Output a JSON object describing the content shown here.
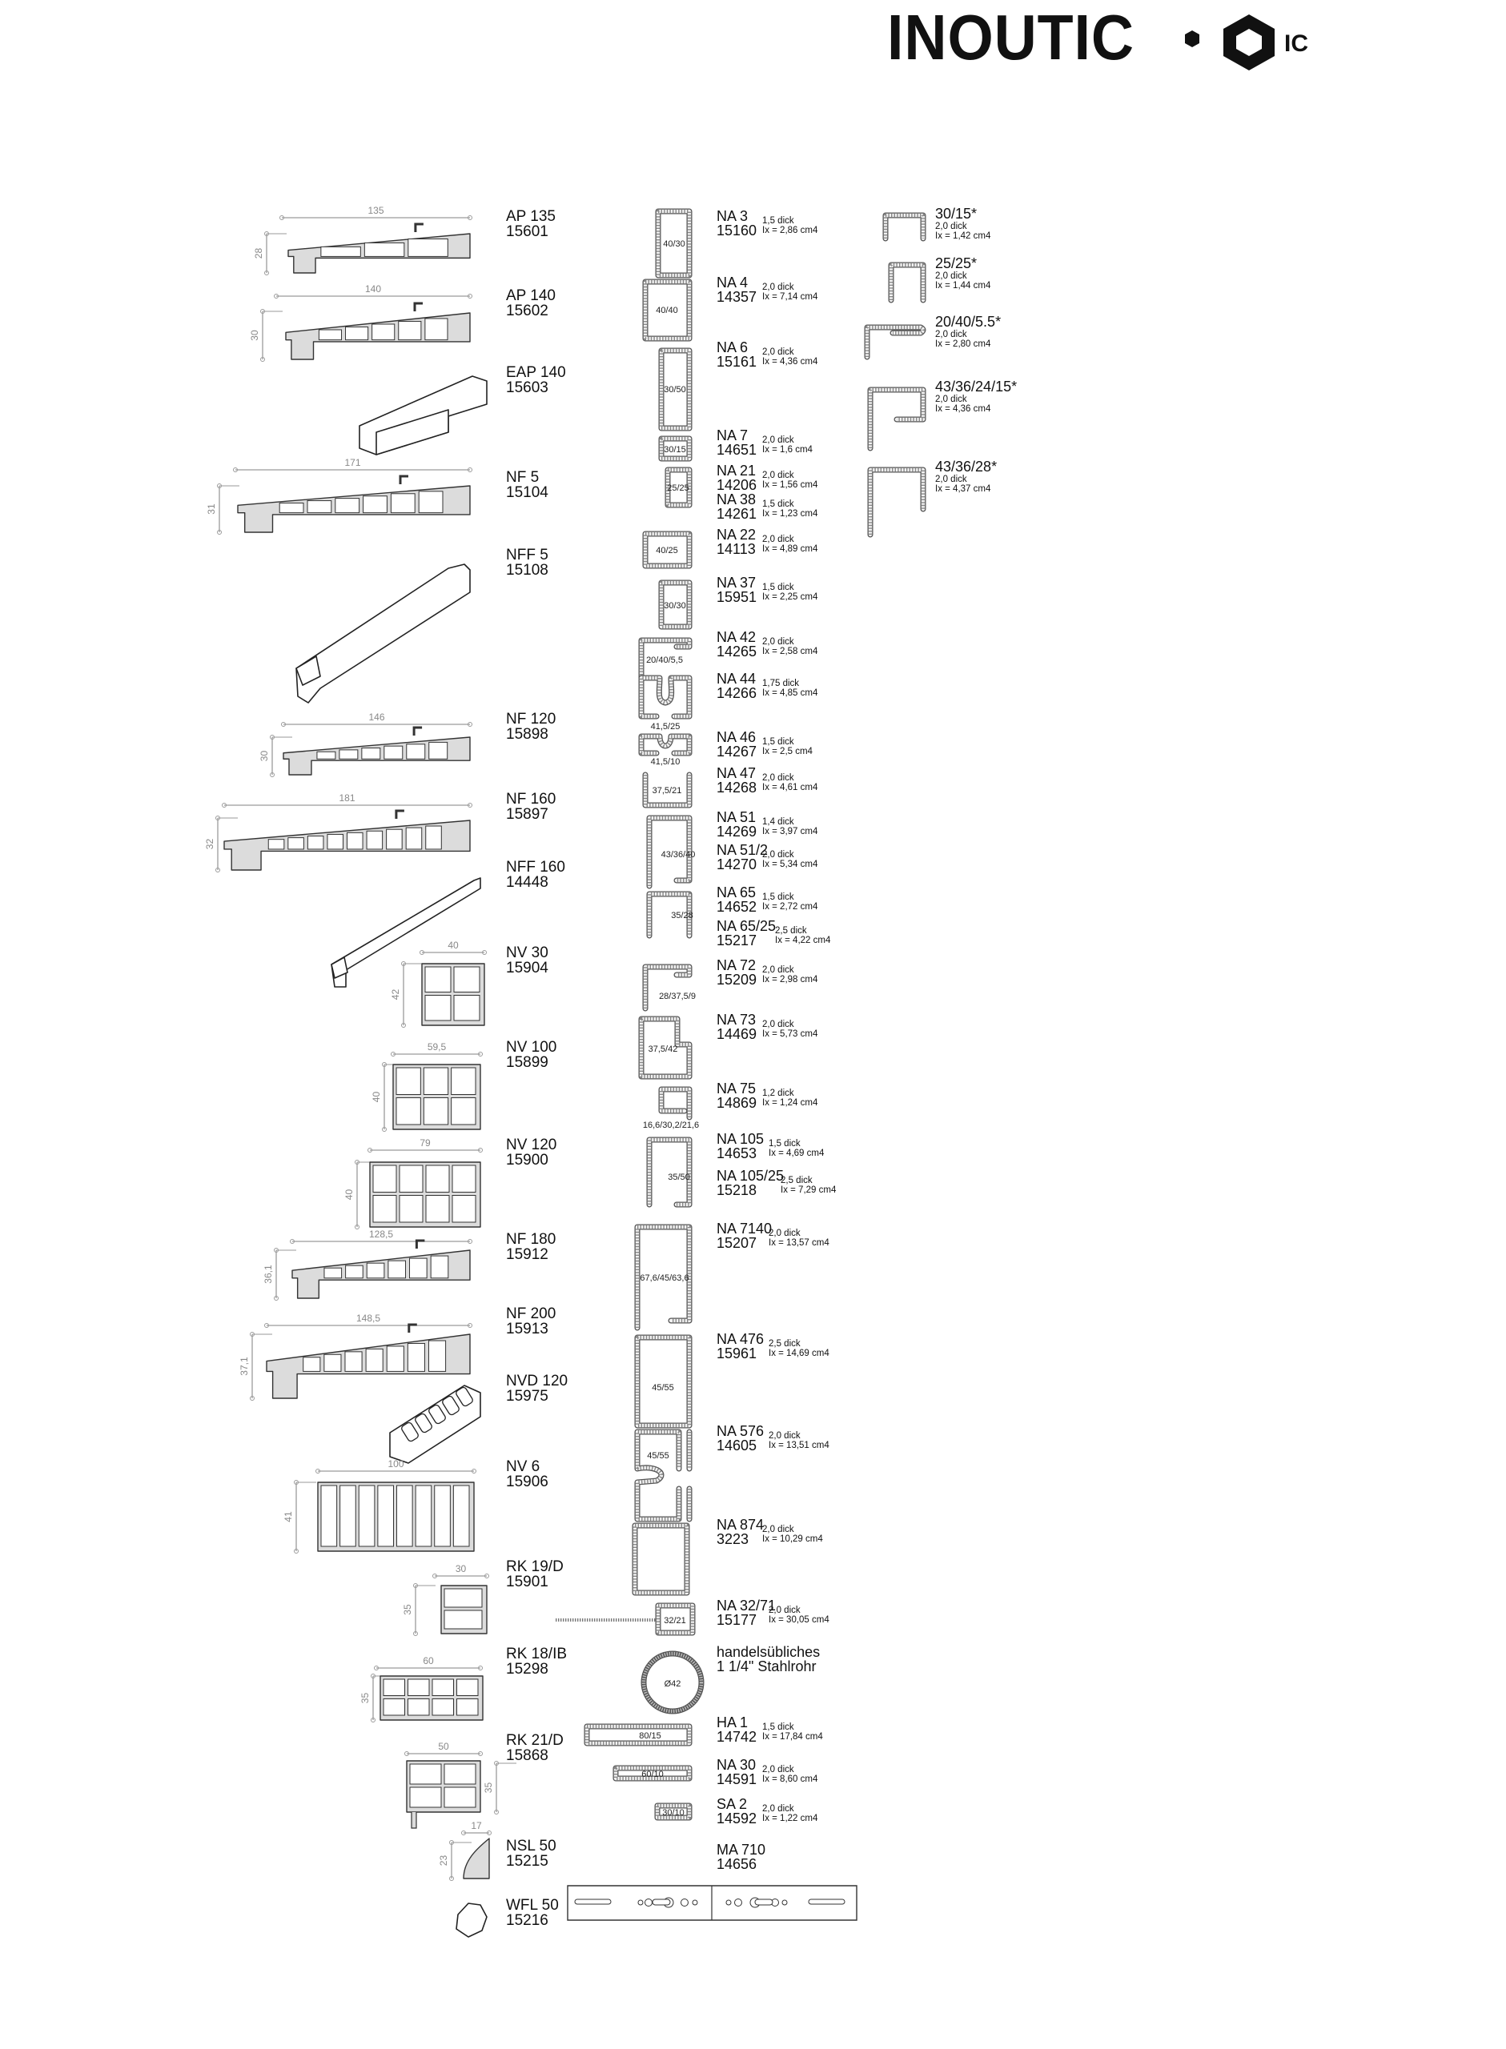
{
  "brand": {
    "name": "INOUTIC",
    "mark_text": "IC"
  },
  "left_profiles": [
    {
      "name": "AP 135",
      "code": "15601",
      "width_dim": "135",
      "height_dim": "28"
    },
    {
      "name": "AP 140",
      "code": "15602",
      "width_dim": "140",
      "height_dim": "30"
    },
    {
      "name": "EAP 140",
      "code": "15603"
    },
    {
      "name": "NF 5",
      "code": "15104",
      "width_dim": "171",
      "height_dim": "31"
    },
    {
      "name": "NFF 5",
      "code": "15108"
    },
    {
      "name": "NF 120",
      "code": "15898",
      "width_dim": "146",
      "height_dim": "30"
    },
    {
      "name": "NF 160",
      "code": "15897",
      "width_dim": "181",
      "height_dim": "32"
    },
    {
      "name": "NFF 160",
      "code": "14448"
    },
    {
      "name": "NV 30",
      "code": "15904",
      "width_dim": "40",
      "height_dim": "42"
    },
    {
      "name": "NV 100",
      "code": "15899",
      "width_dim": "59,5",
      "height_dim": "40"
    },
    {
      "name": "NV 120",
      "code": "15900",
      "width_dim": "79",
      "height_dim": "40"
    },
    {
      "name": "NF 180",
      "code": "15912",
      "width_dim": "128,5",
      "height_dim": "36,1"
    },
    {
      "name": "NF 200",
      "code": "15913",
      "width_dim": "148,5",
      "height_dim": "37,1"
    },
    {
      "name": "NVD 120",
      "code": "15975"
    },
    {
      "name": "NV 6",
      "code": "15906",
      "width_dim": "100",
      "height_dim": "41"
    },
    {
      "name": "RK 19/D",
      "code": "15901",
      "width_dim": "30",
      "height_dim": "35"
    },
    {
      "name": "RK 18/IB",
      "code": "15298",
      "width_dim": "60",
      "height_dim": "35"
    },
    {
      "name": "RK 21/D",
      "code": "15868",
      "width_dim": "50",
      "height_dim": "35"
    },
    {
      "name": "NSL 50",
      "code": "15215",
      "width_dim": "17",
      "height_dim": "23"
    },
    {
      "name": "WFL 50",
      "code": "15216"
    }
  ],
  "steel_profiles": [
    {
      "name": "NA 3",
      "code": "15160",
      "thickness": "1,5 dick",
      "ix": "Ix = 2,86 cm4",
      "section": "40/30"
    },
    {
      "name": "NA 4",
      "code": "14357",
      "thickness": "2,0 dick",
      "ix": "Ix = 7,14 cm4",
      "section": "40/40"
    },
    {
      "name": "NA 6",
      "code": "15161",
      "thickness": "2,0 dick",
      "ix": "Ix = 4,36 cm4",
      "section": "30/50"
    },
    {
      "name": "NA 7",
      "code": "14651",
      "thickness": "2,0 dick",
      "ix": "Ix = 1,6 cm4",
      "section": "30/15"
    },
    {
      "name": "NA 21",
      "code": "14206",
      "thickness": "2,0 dick",
      "ix": "Ix = 1,56 cm4",
      "section": "25/25"
    },
    {
      "name": "NA 38",
      "code": "14261",
      "thickness": "1,5 dick",
      "ix": "Ix = 1,23 cm4"
    },
    {
      "name": "NA 22",
      "code": "14113",
      "thickness": "2,0 dick",
      "ix": "Ix = 4,89 cm4",
      "section": "40/25"
    },
    {
      "name": "NA 37",
      "code": "15951",
      "thickness": "1,5 dick",
      "ix": "Ix = 2,25 cm4",
      "section": "30/30"
    },
    {
      "name": "NA 42",
      "code": "14265",
      "thickness": "2,0 dick",
      "ix": "Ix = 2,58 cm4",
      "section": "20/40/5,5"
    },
    {
      "name": "NA 44",
      "code": "14266",
      "thickness": "1,75 dick",
      "ix": "Ix = 4,85 cm4",
      "section": "41,5/25"
    },
    {
      "name": "NA 46",
      "code": "14267",
      "thickness": "1,5 dick",
      "ix": "Ix = 2,5 cm4",
      "section": "41,5/10"
    },
    {
      "name": "NA 47",
      "code": "14268",
      "thickness": "2,0 dick",
      "ix": "Ix = 4,61 cm4",
      "section": "37,5/21"
    },
    {
      "name": "NA 51",
      "code": "14269",
      "thickness": "1,4 dick",
      "ix": "Ix = 3,97 cm4",
      "section": "43/36/40"
    },
    {
      "name": "NA 51/2",
      "code": "14270",
      "thickness": "2,0 dick",
      "ix": "Ix = 5,34 cm4"
    },
    {
      "name": "NA 65",
      "code": "14652",
      "thickness": "1,5 dick",
      "ix": "Ix = 2,72 cm4",
      "section": "35/28"
    },
    {
      "name": "NA 65/25",
      "code": "15217",
      "thickness": "2,5 dick",
      "ix": "Ix = 4,22 cm4"
    },
    {
      "name": "NA 72",
      "code": "15209",
      "thickness": "2,0 dick",
      "ix": "Ix = 2,98 cm4",
      "section": "28/37,5/9"
    },
    {
      "name": "NA 73",
      "code": "14469",
      "thickness": "2,0 dick",
      "ix": "Ix = 5,73 cm4",
      "section": "37,5/42"
    },
    {
      "name": "NA 75",
      "code": "14869",
      "thickness": "1,2 dick",
      "ix": "Ix = 1,24 cm4",
      "section": "16,6/30,2/21,6"
    },
    {
      "name": "NA 105",
      "code": "14653",
      "thickness": "1,5 dick",
      "ix": "Ix = 4,69 cm4",
      "section": "35/50"
    },
    {
      "name": "NA 105/25",
      "code": "15218",
      "thickness": "2,5 dick",
      "ix": "Ix = 7,29 cm4"
    },
    {
      "name": "NA 7140",
      "code": "15207",
      "thickness": "2,0 dick",
      "ix": "Ix = 13,57 cm4",
      "section": "67,6/45/63,6"
    },
    {
      "name": "NA 476",
      "code": "15961",
      "thickness": "2,5 dick",
      "ix": "Ix = 14,69 cm4",
      "section": "45/55"
    },
    {
      "name": "NA 576",
      "code": "14605",
      "thickness": "2,0 dick",
      "ix": "Ix = 13,51 cm4",
      "section": "45/55"
    },
    {
      "name": "NA 874",
      "code": "3223",
      "thickness": "2,0 dick",
      "ix": "Ix = 10,29 cm4"
    },
    {
      "name": "NA 32/71",
      "code": "15177",
      "thickness": "2,0 dick",
      "ix": "Ix = 30,05 cm4",
      "section": "32/21"
    },
    {
      "name": "handelsübliches",
      "code": "1 1/4\" Stahlrohr",
      "section": "Ø42"
    },
    {
      "name": "HA 1",
      "code": "14742",
      "thickness": "1,5 dick",
      "ix": "Ix = 17,84 cm4",
      "section": "80/15"
    },
    {
      "name": "NA 30",
      "code": "14591",
      "thickness": "2,0 dick",
      "ix": "Ix = 8,60 cm4",
      "section": "60/10"
    },
    {
      "name": "SA 2",
      "code": "14592",
      "thickness": "2,0 dick",
      "ix": "Ix = 1,22 cm4",
      "section": "30/10"
    },
    {
      "name": "MA 710",
      "code": "14656"
    }
  ],
  "angle_profiles": [
    {
      "name": "30/15*",
      "thickness": "2,0 dick",
      "ix": "Ix = 1,42 cm4"
    },
    {
      "name": "25/25*",
      "thickness": "2,0 dick",
      "ix": "Ix = 1,44 cm4"
    },
    {
      "name": "20/40/5.5*",
      "thickness": "2,0 dick",
      "ix": "Ix = 2,80 cm4"
    },
    {
      "name": "43/36/24/15*",
      "thickness": "2,0 dick",
      "ix": "Ix = 4,36 cm4"
    },
    {
      "name": "43/36/28*",
      "thickness": "2,0 dick",
      "ix": "Ix = 4,37 cm4"
    }
  ],
  "colors": {
    "ink": "#111111",
    "profile_fill": "#dcdcdc",
    "dimension": "#9a9a9a",
    "steel": "#777777"
  }
}
